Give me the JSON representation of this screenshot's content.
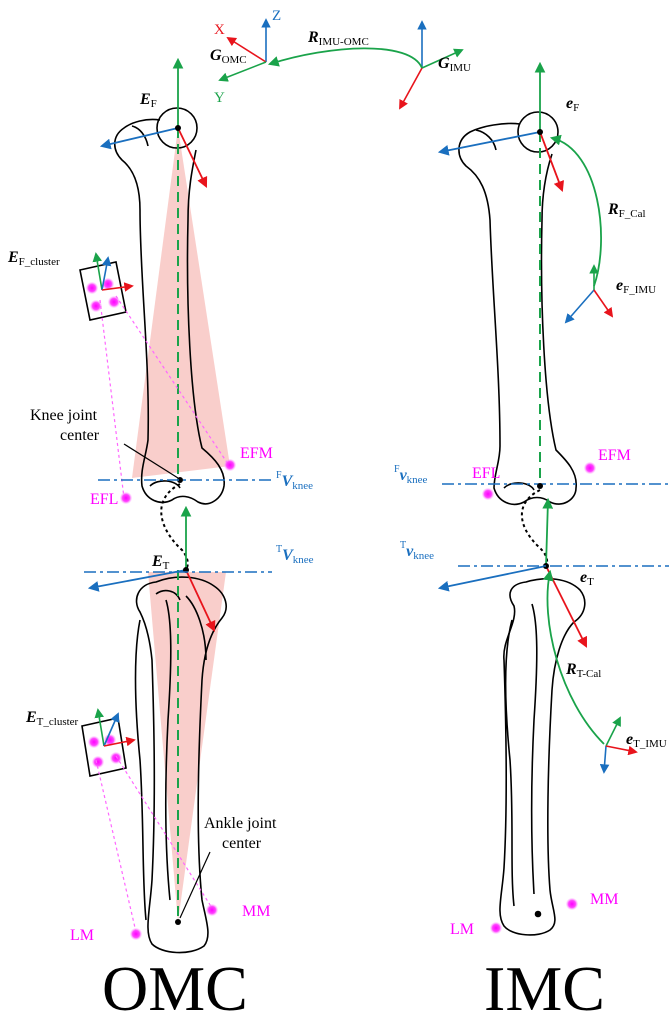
{
  "colors": {
    "x_axis": "#e8141c",
    "y_axis": "#1aa34a",
    "z_axis": "#1a6fbf",
    "marker": "#ff00ff",
    "plane_line": "#1a6fbf",
    "cone_fill": "#f4a6a0",
    "bone_stroke": "#000000"
  },
  "frames": {
    "omc_global": {
      "main": "G",
      "sub": "OMC",
      "axis_x": "X",
      "axis_y": "Y",
      "axis_z": "Z"
    },
    "imu_global": {
      "main": "G",
      "sub": "IMU"
    },
    "rot_imu_omc": {
      "main": "R",
      "sub": "IMU-OMC"
    }
  },
  "omc": {
    "title": "OMC",
    "femur_frame": {
      "main": "E",
      "sub": "F"
    },
    "femur_cluster": {
      "main": "E",
      "sub": "F_cluster"
    },
    "tibia_frame": {
      "main": "E",
      "sub": "T"
    },
    "tibia_cluster": {
      "main": "E",
      "sub": "T_cluster"
    },
    "knee_center_line1": "Knee joint",
    "knee_center_line2": "center",
    "ankle_center_line1": "Ankle joint",
    "ankle_center_line2": "center",
    "femur_plane": {
      "sup": "F",
      "main": "V",
      "sub": "knee"
    },
    "tibia_plane": {
      "sup": "T",
      "main": "V",
      "sub": "knee"
    },
    "markers": {
      "efm": "EFM",
      "efl": "EFL",
      "lm": "LM",
      "mm": "MM"
    }
  },
  "imc": {
    "title": "IMC",
    "femur_frame": {
      "main": "e",
      "sub": "F"
    },
    "femur_rot": {
      "main": "R",
      "sub": "F_Cal"
    },
    "femur_imu": {
      "main": "e",
      "sub": "F_IMU"
    },
    "tibia_frame": {
      "main": "e",
      "sub": "T"
    },
    "tibia_rot": {
      "main": "R",
      "sub": "T-Cal"
    },
    "tibia_imu": {
      "main": "e",
      "sub": "T_IMU"
    },
    "femur_plane": {
      "sup": "F",
      "main": "v",
      "sub": "knee"
    },
    "tibia_plane": {
      "sup": "T",
      "main": "v",
      "sub": "knee"
    },
    "markers": {
      "efm": "EFM",
      "efl": "EFL",
      "lm": "LM",
      "mm": "MM"
    }
  }
}
